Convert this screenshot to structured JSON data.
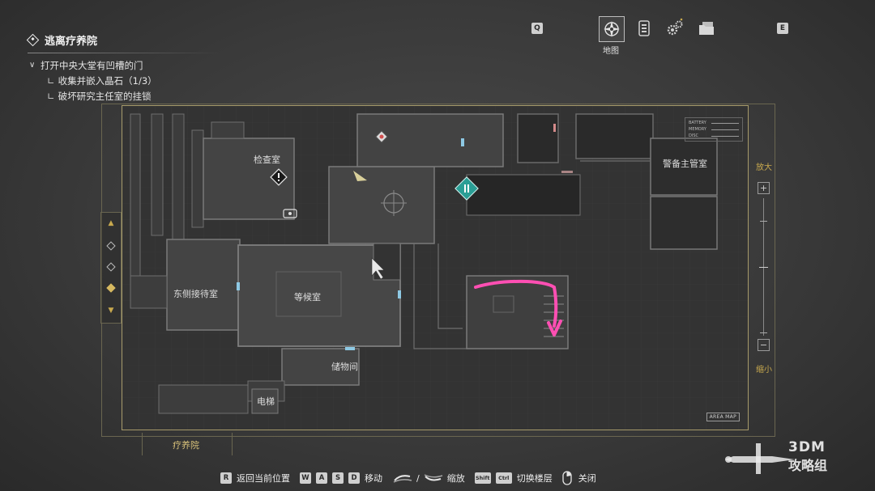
{
  "objectives": {
    "title": "逃离疗养院",
    "main": "打开中央大堂有凹槽的门",
    "subs": [
      "收集并嵌入晶石（1/3）",
      "破坏研究主任室的挂锁"
    ]
  },
  "nav": {
    "prev_key": "Q",
    "next_key": "E",
    "active_label": "地图",
    "icons": [
      "compass-icon",
      "file-icon",
      "gears-icon",
      "folder-icon"
    ]
  },
  "map": {
    "rooms": {
      "exam": "检查室",
      "security": "警备主管室",
      "east_reception": "东侧接待室",
      "waiting": "等候室",
      "storage": "储物间",
      "elevator": "电梯"
    },
    "stats": {
      "battery": "BATTERY",
      "memory": "MEMORY",
      "disc": "DISC"
    },
    "area_tag": "AREA MAP",
    "region": "疗养院",
    "current_floor_index": 2
  },
  "zoom": {
    "in": "放大",
    "out": "缩小",
    "level": 0.5
  },
  "controls": {
    "return_key": "R",
    "return_label": "返回当前位置",
    "move_keys": [
      "W",
      "A",
      "S",
      "D"
    ],
    "move_label": "移动",
    "zoom_sep": "/",
    "zoom_label": "缩放",
    "floor_keys": [
      "Shift",
      "Ctrl"
    ],
    "floor_label": "切换楼层",
    "close_label": "关闭"
  },
  "watermark": {
    "brand": "3DM",
    "group": "攻略组"
  },
  "colors": {
    "accent": "#c8a94e",
    "marker": "#ff4fb3",
    "save_room": "#2a9e95"
  }
}
